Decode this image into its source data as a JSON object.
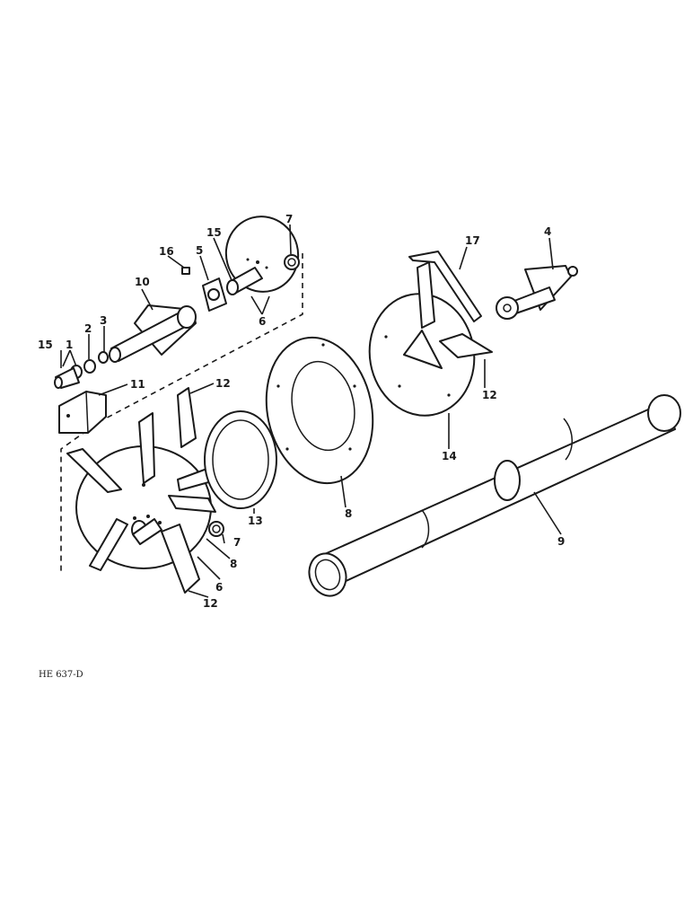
{
  "drawing_ref": "HE 637-D",
  "callouts": {
    "c15a": "15",
    "c1": "1",
    "c2": "2",
    "c3": "3",
    "c10": "10",
    "c16": "16",
    "c5": "5",
    "c15b": "15",
    "c7a": "7",
    "c6a": "6",
    "c11": "11",
    "c12a": "12",
    "c13": "13",
    "c8a": "8",
    "c6b": "6",
    "c7b": "7",
    "c8b": "8",
    "c12b": "12",
    "c17": "17",
    "c4": "4",
    "c14": "14",
    "c12c": "12",
    "c9": "9"
  },
  "colors": {
    "ink": "#1a1a1a",
    "paper": "#ffffff"
  }
}
